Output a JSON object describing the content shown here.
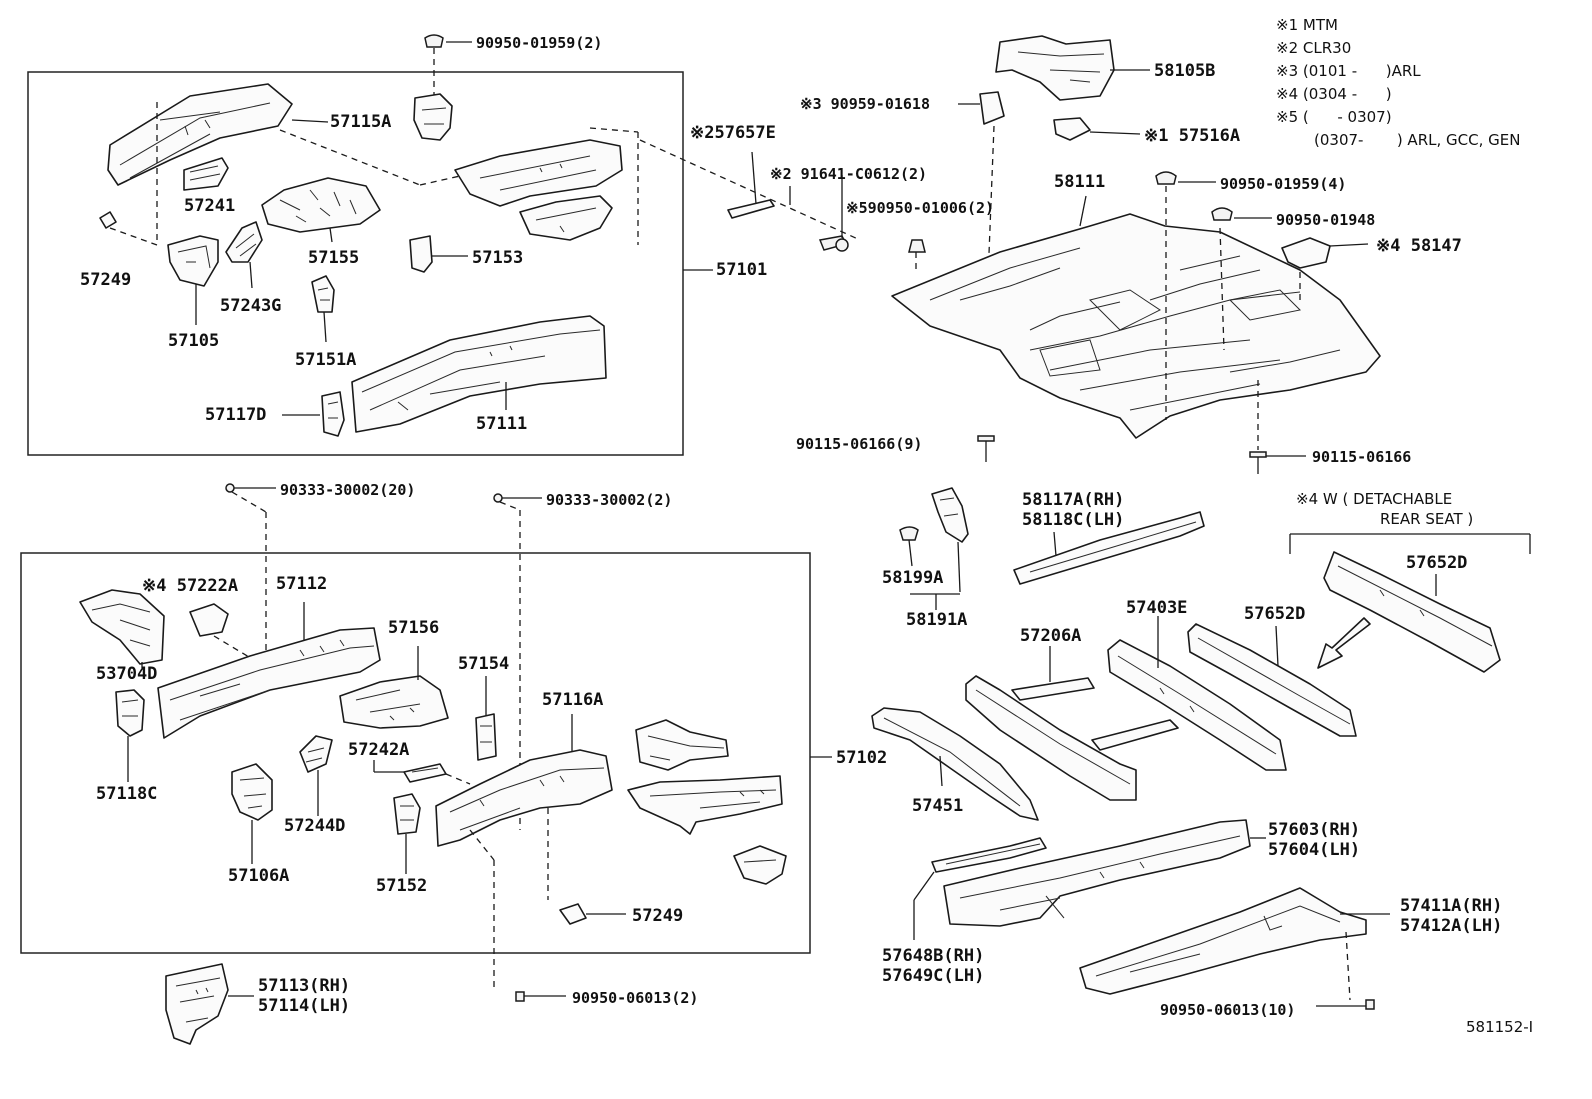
{
  "notes": [
    {
      "mark": "※1",
      "text": "MTM"
    },
    {
      "mark": "※2",
      "text": "CLR30"
    },
    {
      "mark": "※3",
      "text": "(0101 -      )ARL"
    },
    {
      "mark": "※4",
      "text": "(0304 -      )"
    },
    {
      "mark": "※5",
      "text": "(      - 0307)"
    },
    {
      "mark": "",
      "text": "(0307-       ) ARL, GCC, GEN"
    }
  ],
  "labels": {
    "p90950_01959_2": "90950-01959(2)",
    "p57115A": "57115A",
    "p57241": "57241",
    "p57249_top": "57249",
    "p57155": "57155",
    "p57153": "57153",
    "p57243G": "57243G",
    "p57105": "57105",
    "p57151A": "57151A",
    "p57117D": "57117D",
    "p57111": "57111",
    "p57101": "57101",
    "p57657E": "※257657E",
    "p91641": "※2 91641-C0612(2)",
    "p90950_01006": "※590950-01006(2)",
    "p90959": "※3 90959-01618",
    "p58105B": "58105B",
    "p57516A": "※1 57516A",
    "p58111": "58111",
    "p90950_01959_4": "90950-01959(4)",
    "p90950_01948": "90950-01948",
    "p58147": "※4 58147",
    "p90115_9": "90115-06166(9)",
    "p90115": "90115-06166",
    "p90333_20": "90333-30002(20)",
    "p90333_2": "90333-30002(2)",
    "p57222A": "※4 57222A",
    "p57112": "57112",
    "p53704D": "53704D",
    "p57156": "57156",
    "p57154": "57154",
    "p57118C": "57118C",
    "p57116A": "57116A",
    "p57242A": "57242A",
    "p57244D": "57244D",
    "p57106A": "57106A",
    "p57152": "57152",
    "p57249_bot": "57249",
    "p57102": "57102",
    "p57113": "57113(RH)",
    "p57114": "57114(LH)",
    "p90950_06013_2": "90950-06013(2)",
    "p58117A": "58117A(RH)",
    "p58118C": "58118C(LH)",
    "p58199A": "58199A",
    "p58191A": "58191A",
    "p57206A": "57206A",
    "p57403E": "57403E",
    "p57652D_mid": "57652D",
    "p57652D_right": "57652D",
    "w_note1": "※4 W ( DETACHABLE",
    "w_note2": "REAR SEAT )",
    "p57451": "57451",
    "p57603": "57603(RH)",
    "p57604": "57604(LH)",
    "p57648B": "57648B(RH)",
    "p57649C": "57649C(LH)",
    "p57411A": "57411A(RH)",
    "p57412A": "57412A(LH)",
    "p90950_06013_10": "90950-06013(10)",
    "code": "581152-I"
  }
}
